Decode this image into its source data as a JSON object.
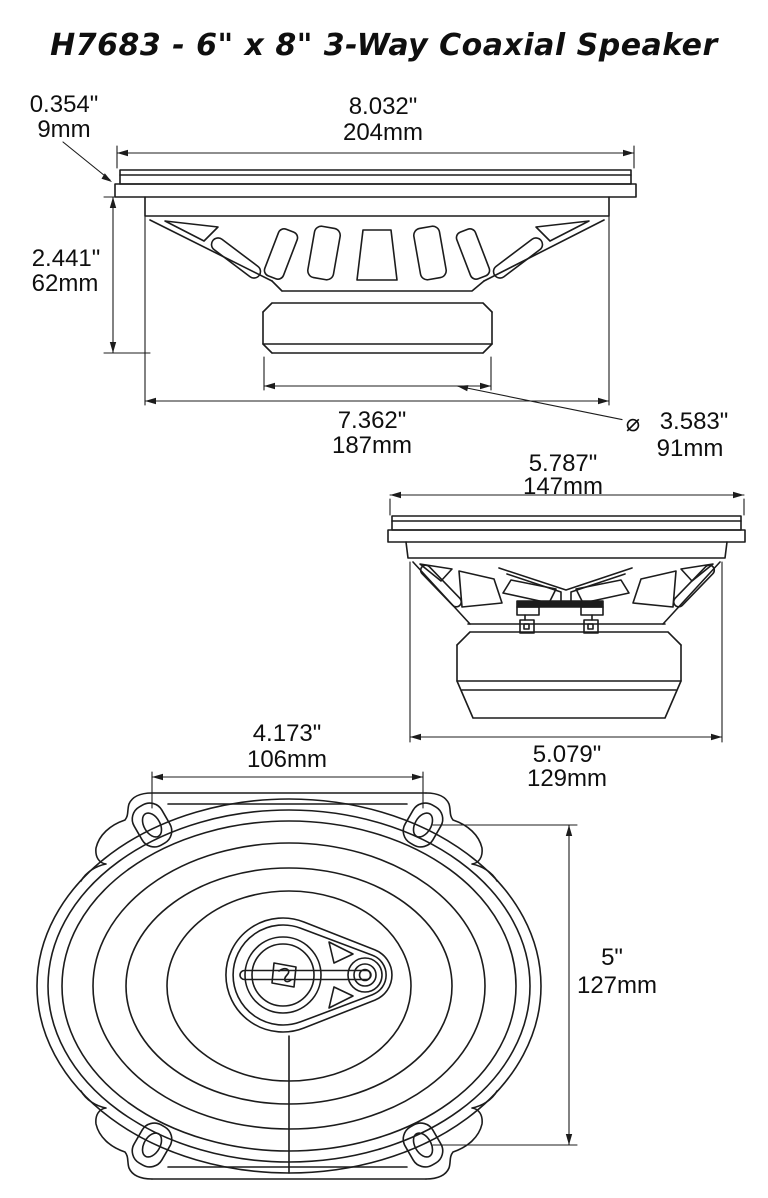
{
  "title": "H7683 - 6\" x 8\" 3-Way Coaxial Speaker",
  "symbols": {
    "diameter": "⌀"
  },
  "colors": {
    "line": "#1c1c1c",
    "text": "#0f0f0f",
    "background": "#ffffff"
  },
  "dimensions": {
    "flange_thickness": {
      "inches": "0.354\"",
      "metric": "9mm"
    },
    "overall_width": {
      "inches": "8.032\"",
      "metric": "204mm"
    },
    "mounting_depth": {
      "inches": "2.441\"",
      "metric": "62mm"
    },
    "basket_width": {
      "inches": "7.362\"",
      "metric": "187mm"
    },
    "magnet_diameter": {
      "inches": "3.583\"",
      "metric": "91mm"
    },
    "short_axis_overall": {
      "inches": "5.787\"",
      "metric": "147mm"
    },
    "short_axis_basket": {
      "inches": "5.079\"",
      "metric": "129mm"
    },
    "hole_spacing_x": {
      "inches": "4.173\"",
      "metric": "106mm"
    },
    "hole_spacing_y": {
      "inches": "5\"",
      "metric": "127mm"
    }
  }
}
